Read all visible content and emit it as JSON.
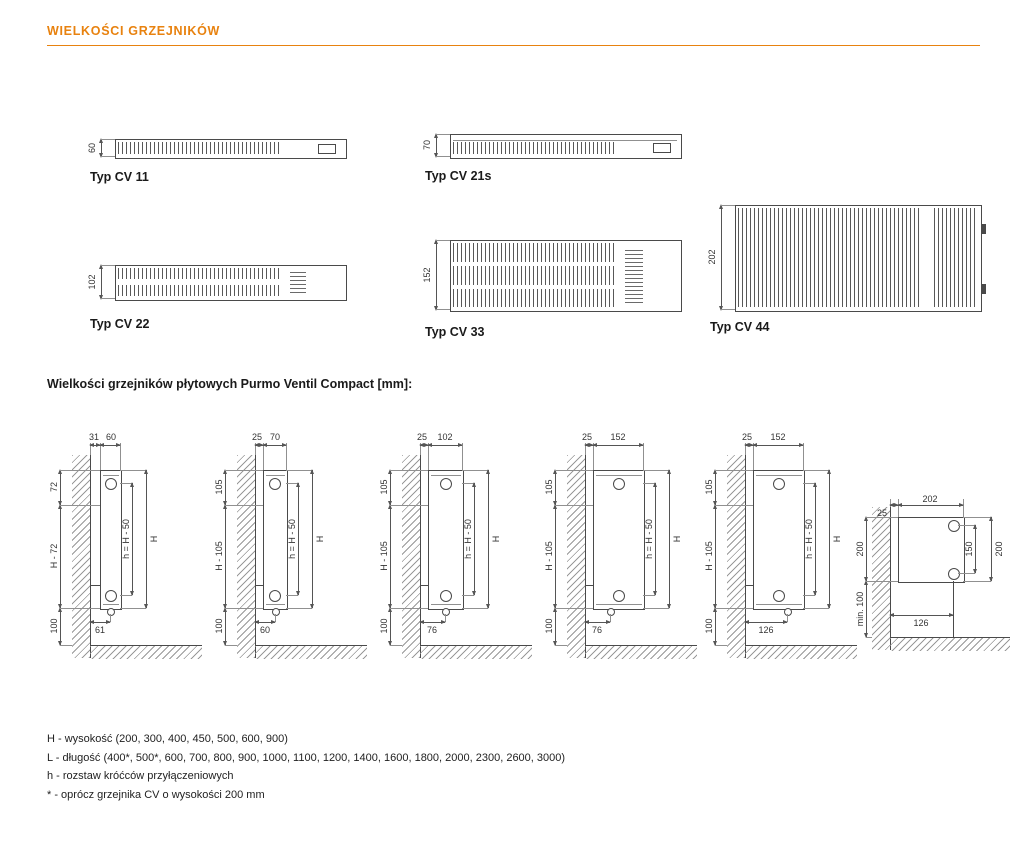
{
  "page": {
    "title": "WIELKOŚCI GRZEJNIKÓW",
    "section_title": "Wielkości grzejników płytowych Purmo Ventil Compact [mm]:"
  },
  "colors": {
    "accent": "#E8820F",
    "line": "#4a4a4a"
  },
  "cross_sections": [
    {
      "type": "Typ CV 11",
      "depth_mm": "60"
    },
    {
      "type": "Typ CV 21s",
      "depth_mm": "70"
    },
    {
      "type": "Typ CV 22",
      "depth_mm": "102"
    },
    {
      "type": "Typ CV 33",
      "depth_mm": "152"
    },
    {
      "type": "Typ CV 44",
      "depth_mm": "202"
    }
  ],
  "side_views": [
    {
      "wall_gap": "31",
      "depth": "60",
      "top_offset": "72",
      "height_span": "H - 72",
      "conn_span": "h = H - 50",
      "total_height": "H",
      "floor_clearance": "100",
      "conn_offset": "61"
    },
    {
      "wall_gap": "25",
      "depth": "70",
      "top_offset": "105",
      "height_span": "H - 105",
      "conn_span": "h = H - 50",
      "total_height": "H",
      "floor_clearance": "100",
      "conn_offset": "60"
    },
    {
      "wall_gap": "25",
      "depth": "102",
      "top_offset": "105",
      "height_span": "H - 105",
      "conn_span": "h = H - 50",
      "total_height": "H",
      "floor_clearance": "100",
      "conn_offset": "76"
    },
    {
      "wall_gap": "25",
      "depth": "152",
      "top_offset": "105",
      "height_span": "H - 105",
      "conn_span": "h = H - 50",
      "total_height": "H",
      "floor_clearance": "100",
      "conn_offset": "76"
    },
    {
      "wall_gap": "25",
      "depth": "152",
      "top_offset": "105",
      "height_span": "H - 105",
      "conn_span": "h = H - 50",
      "total_height": "H",
      "floor_clearance": "100",
      "conn_offset": "126"
    }
  ],
  "bench_view": {
    "depth": "202",
    "wall_gap": "25",
    "height": "200",
    "floor_clearance": "min. 100",
    "conn_span": "150",
    "total_height": "200",
    "conn_offset": "126"
  },
  "legend": {
    "lines": [
      "H - wysokość (200, 300, 400, 450, 500, 600, 900)",
      "L - długość (400*, 500*, 600, 700, 800, 900, 1000, 1100, 1200, 1400, 1600, 1800, 2000, 2300, 2600, 3000)",
      "h - rozstaw króćców przyłączeniowych",
      "* - oprócz grzejnika CV o wysokości 200 mm"
    ]
  }
}
